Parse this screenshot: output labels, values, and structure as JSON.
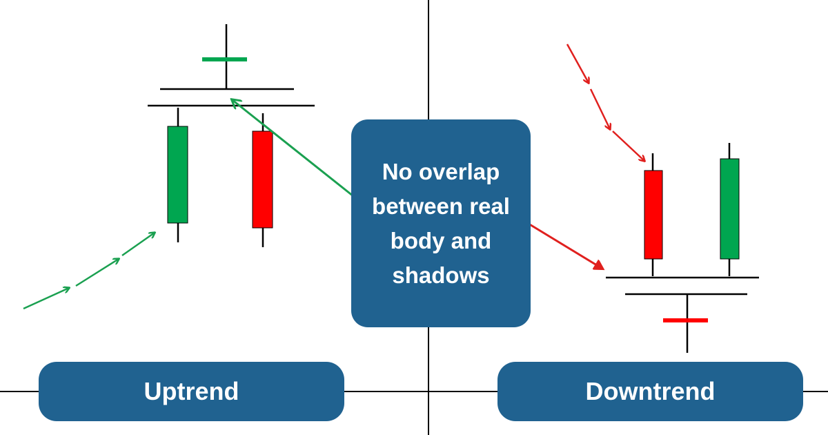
{
  "center_label": "No overlap between real body and shadows",
  "left_label": "Uptrend",
  "right_label": "Downtrend",
  "colors": {
    "label_background": "#206290",
    "label_text": "#ffffff",
    "bullish": "#00a650",
    "bearish": "#ff0000",
    "line": "#000000",
    "uptrend_arrow": "#1aa050",
    "downtrend_arrow": "#e0201e"
  }
}
